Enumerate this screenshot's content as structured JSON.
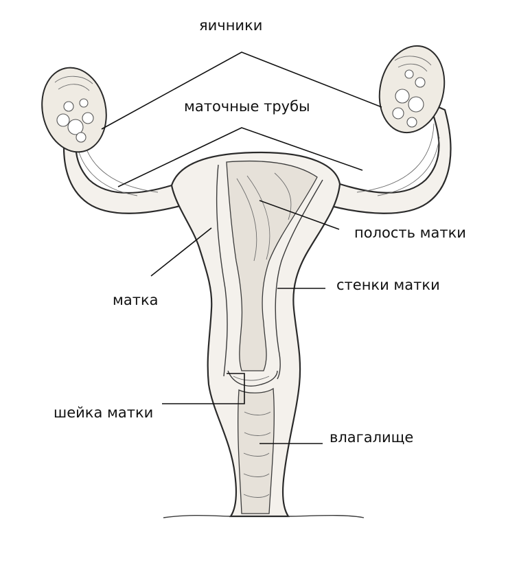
{
  "diagram": {
    "labels": {
      "ovaries": "яичники",
      "tubes": "маточные трубы",
      "cavity": "полость матки",
      "walls": "стенки матки",
      "uterus": "матка",
      "cervix": "шейка матки",
      "vagina": "влагалище"
    },
    "colors": {
      "line": "#111111",
      "tissue": "#f4f1ec",
      "cavity": "#e6e1d9"
    }
  }
}
